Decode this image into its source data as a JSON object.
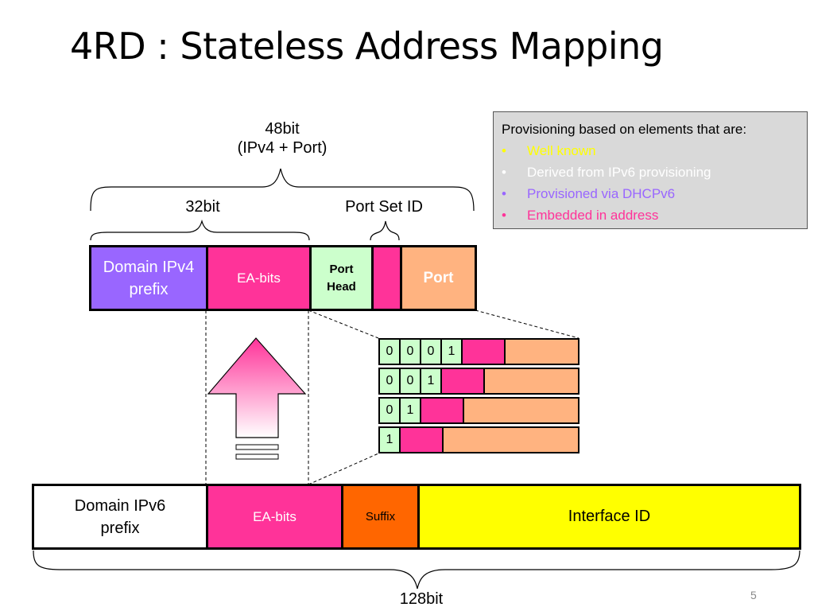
{
  "slide": {
    "title": "4RD : Stateless Address Mapping",
    "page_number": "5"
  },
  "labels": {
    "bits48_line1": "48bit",
    "bits48_line2": "(IPv4 + Port)",
    "bits32": "32bit",
    "port_set_id": "Port Set ID",
    "bits128": "128bit"
  },
  "ipv4_bar": {
    "domain_prefix_line1": "Domain IPv4",
    "domain_prefix_line2": "prefix",
    "ea_bits": "EA-bits",
    "port_head_line1": "Port",
    "port_head_line2": "Head",
    "port": "Port"
  },
  "ipv6_bar": {
    "domain_prefix_line1": "Domain IPv6",
    "domain_prefix_line2": "prefix",
    "ea_bits": "EA-bits",
    "suffix": "Suffix",
    "interface_id": "Interface ID"
  },
  "port_head_examples": [
    [
      "0",
      "0",
      "0",
      "1"
    ],
    [
      "0",
      "0",
      "1"
    ],
    [
      "0",
      "1"
    ],
    [
      "1"
    ]
  ],
  "info_box": {
    "heading": "Provisioning based on elements that are:",
    "items": [
      {
        "text": "Well known",
        "color": "#ffff00"
      },
      {
        "text": "Derived from IPv6 provisioning",
        "color": "#ffffff"
      },
      {
        "text": "Provisioned via DHCPv6",
        "color": "#9966ff"
      },
      {
        "text": "Embedded in address",
        "color": "#ff3399"
      }
    ]
  },
  "colors": {
    "domain_ipv4": "#9966ff",
    "ea_bits": "#ff3399",
    "port_head": "#ccffcc",
    "port": "#ffb380",
    "suffix": "#ff6600",
    "interface_id": "#ffff00"
  }
}
